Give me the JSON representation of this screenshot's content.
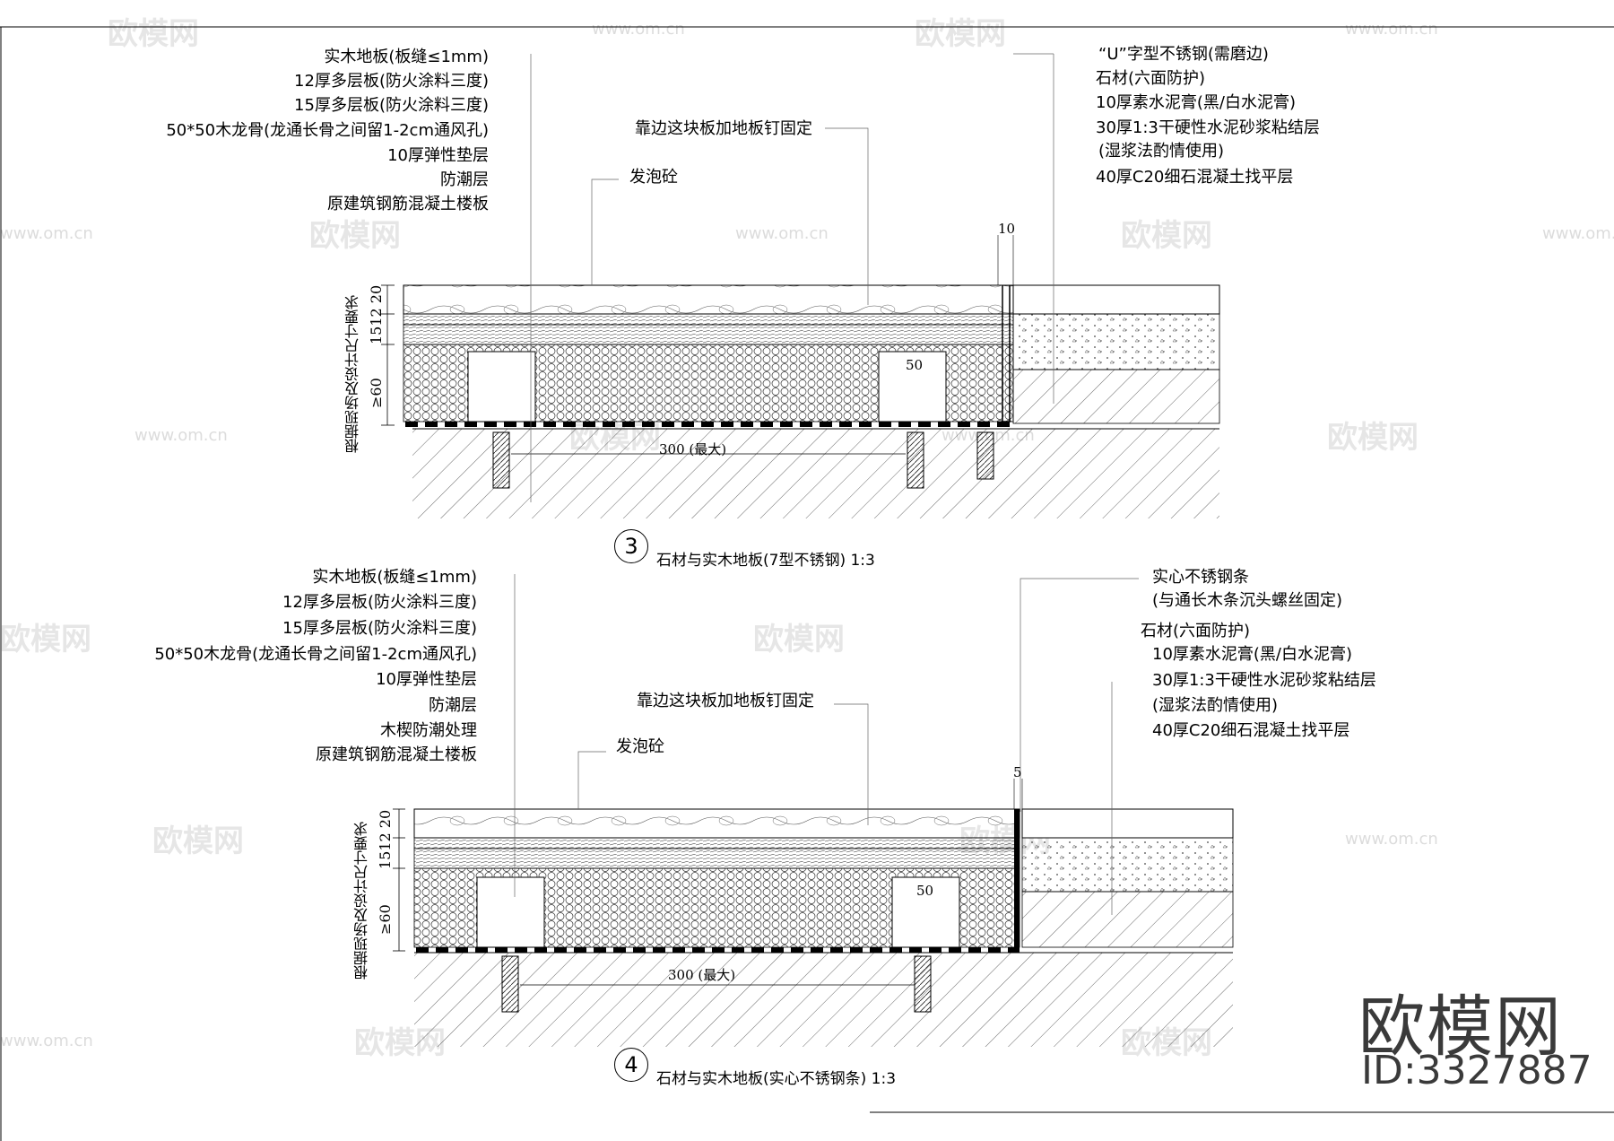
{
  "detail3": {
    "number": "3",
    "caption": "石材与实木地板(7型不锈钢)  1:3",
    "left_labels": [
      "实木地板(板缝≤1mm)",
      "12厚多层板(防火涂料三度)",
      "15厚多层板(防火涂料三度)",
      "50*50木龙骨(龙通长骨之间留1-2cm通风孔)",
      "10厚弹性垫层",
      "防潮层",
      "原建筑钢筋混凝土楼板"
    ],
    "mid_note": "靠边这块板加地板钉固定",
    "foam_note": "发泡砼",
    "right_labels": [
      "“U”字型不锈钢(需磨边)",
      "石材(六面防护)",
      "10厚素水泥膏(黑/白水泥膏)",
      "30厚1:3干硬性水泥砂浆粘结层",
      "(湿浆法酌情使用)",
      "40厚C20细石混凝土找平层"
    ],
    "dim_top": "10",
    "dim_side_upper": "1512 20",
    "dim_side_lower": "≥60",
    "dim_side_note": "根据现场及设计尺寸要求",
    "keel_dim": "50",
    "span_dim": "300  (最大)"
  },
  "detail4": {
    "number": "4",
    "caption": "石材与实木地板(实心不锈钢条)  1:3",
    "left_labels": [
      "实木地板(板缝≤1mm)",
      "12厚多层板(防火涂料三度)",
      "15厚多层板(防火涂料三度)",
      "50*50木龙骨(龙通长骨之间留1-2cm通风孔)",
      "10厚弹性垫层",
      "防潮层",
      "木楔防潮处理",
      "原建筑钢筋混凝土楼板"
    ],
    "mid_note": "靠边这块板加地板钉固定",
    "foam_note": "发泡砼",
    "right_labels": [
      "实心不锈钢条",
      "(与通长木条沉头螺丝固定)",
      "石材(六面防护)",
      "10厚素水泥膏(黑/白水泥膏)",
      "30厚1:3干硬性水泥砂浆粘结层",
      "(湿浆法酌情使用)",
      "40厚C20细石混凝土找平层"
    ],
    "dim_top": "5",
    "dim_side_upper": "1512 20",
    "dim_side_lower": "≥60",
    "dim_side_note": "根据现场及设计尺寸要求",
    "keel_dim": "50",
    "span_dim": "300  (最大)"
  },
  "branding": {
    "name": "欧模网",
    "id": "ID:3327887",
    "watermark": "欧模网",
    "watermark_url": "www.om.cn"
  }
}
